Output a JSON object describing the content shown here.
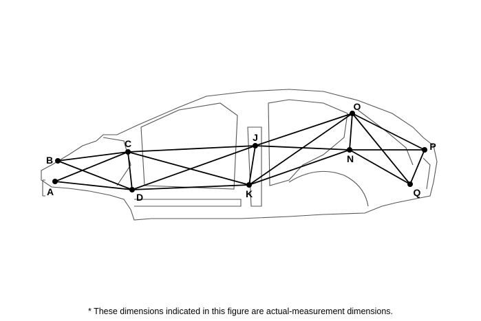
{
  "figure": {
    "points": [
      {
        "id": "A",
        "label": "A"
      },
      {
        "id": "B",
        "label": "B"
      },
      {
        "id": "C",
        "label": "C"
      },
      {
        "id": "D",
        "label": "D"
      },
      {
        "id": "J",
        "label": "J"
      },
      {
        "id": "K",
        "label": "K"
      },
      {
        "id": "N",
        "label": "N"
      },
      {
        "id": "O",
        "label": "O"
      },
      {
        "id": "P",
        "label": "P"
      },
      {
        "id": "Q",
        "label": "Q"
      }
    ],
    "measurements": [
      [
        "B",
        "C"
      ],
      [
        "B",
        "D"
      ],
      [
        "A",
        "C"
      ],
      [
        "A",
        "D"
      ],
      [
        "C",
        "D"
      ],
      [
        "C",
        "J"
      ],
      [
        "C",
        "K"
      ],
      [
        "D",
        "J"
      ],
      [
        "D",
        "K"
      ],
      [
        "J",
        "K"
      ],
      [
        "J",
        "N"
      ],
      [
        "N",
        "P"
      ],
      [
        "J",
        "O"
      ],
      [
        "K",
        "O"
      ],
      [
        "K",
        "N"
      ],
      [
        "N",
        "O"
      ],
      [
        "N",
        "Q"
      ],
      [
        "O",
        "P"
      ],
      [
        "O",
        "Q"
      ],
      [
        "P",
        "Q"
      ]
    ]
  },
  "footnote": "*  These dimensions indicated in this figure are actual-measurement dimensions."
}
